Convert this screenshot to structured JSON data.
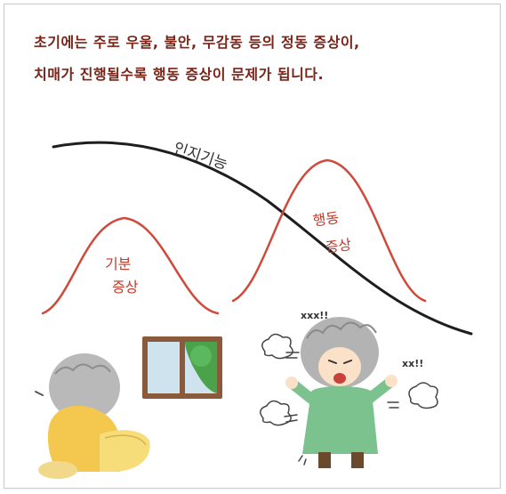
{
  "caption": {
    "line1": "초기에는 주로 우울, 불안, 무감동 등의 정동 증상이,",
    "line2": "치매가 진행될수록 행동 증상이 문제가 됩니다."
  },
  "illustration": {
    "cognitive_label": "인지기능",
    "mood_label_1": "기분",
    "mood_label_2": "증상",
    "behavior_label_1": "행동",
    "behavior_label_2": "증상",
    "shout_left": "xxx!!",
    "shout_right": "xx!!"
  },
  "colors": {
    "caption_text": "#7a2418",
    "curve_cognitive": "#1e1e1e",
    "curve_symptom": "#d04a3c",
    "label_text": "#c23b2c"
  }
}
